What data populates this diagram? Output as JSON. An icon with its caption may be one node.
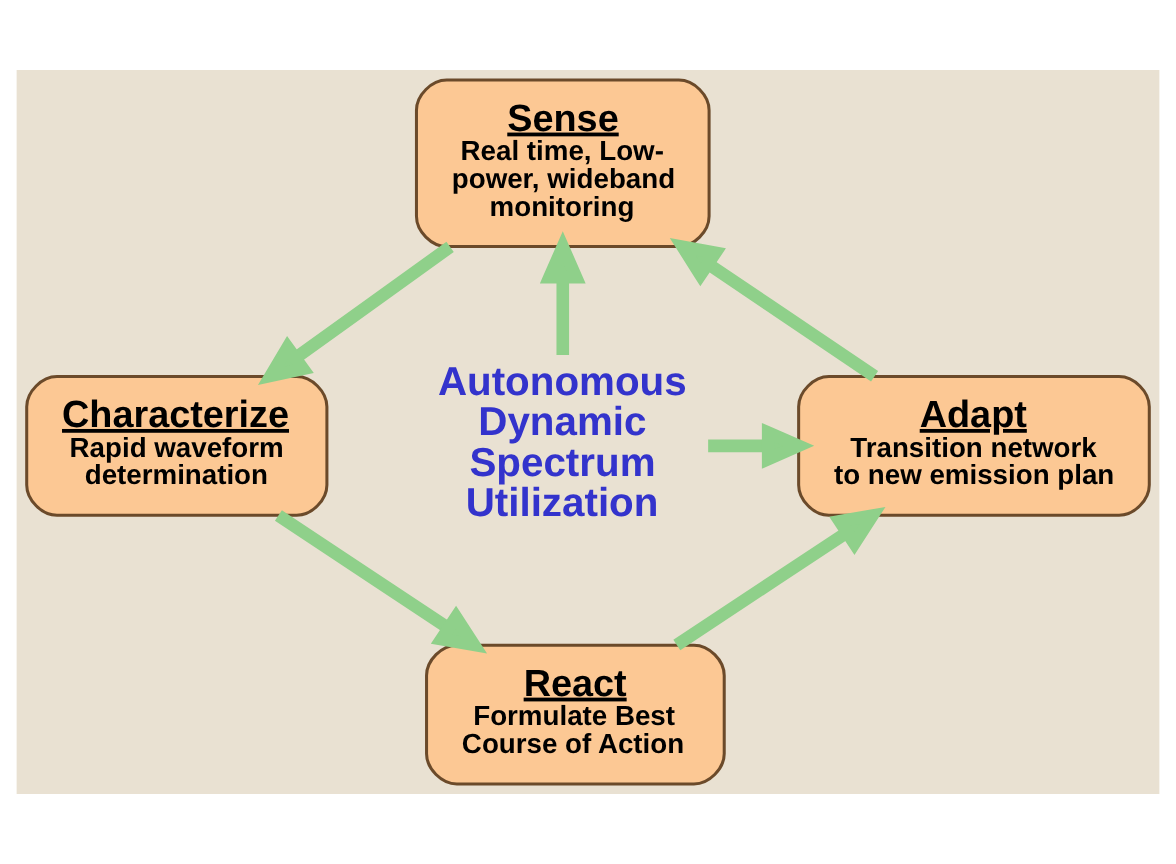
{
  "diagram": {
    "nodes": [
      {
        "text": [
          "Sense",
          "Real time, Low-power, wideband monitoring"
        ]
      },
      {
        "text": [
          "Characterize",
          "Rapid waveform determination"
        ]
      },
      {
        "text": [
          "React",
          "Formulate Best Course of Action"
        ]
      },
      {
        "text": [
          "Adapt",
          "Transition network to new emission plan"
        ]
      },
      {
        "text": [
          "Autonomous Dynamic Spectrum Utilization"
        ]
      }
    ],
    "edges": [
      {
        "from": 0,
        "to": 1,
        "arrow": "to"
      },
      {
        "from": 1,
        "to": 2,
        "arrow": "to"
      },
      {
        "from": 2,
        "to": 3,
        "arrow": "to"
      },
      {
        "from": 3,
        "to": 0,
        "arrow": "to"
      },
      {
        "from": 4,
        "to": 0,
        "arrow": "to"
      },
      {
        "from": 4,
        "to": 3,
        "arrow": "to"
      }
    ]
  }
}
